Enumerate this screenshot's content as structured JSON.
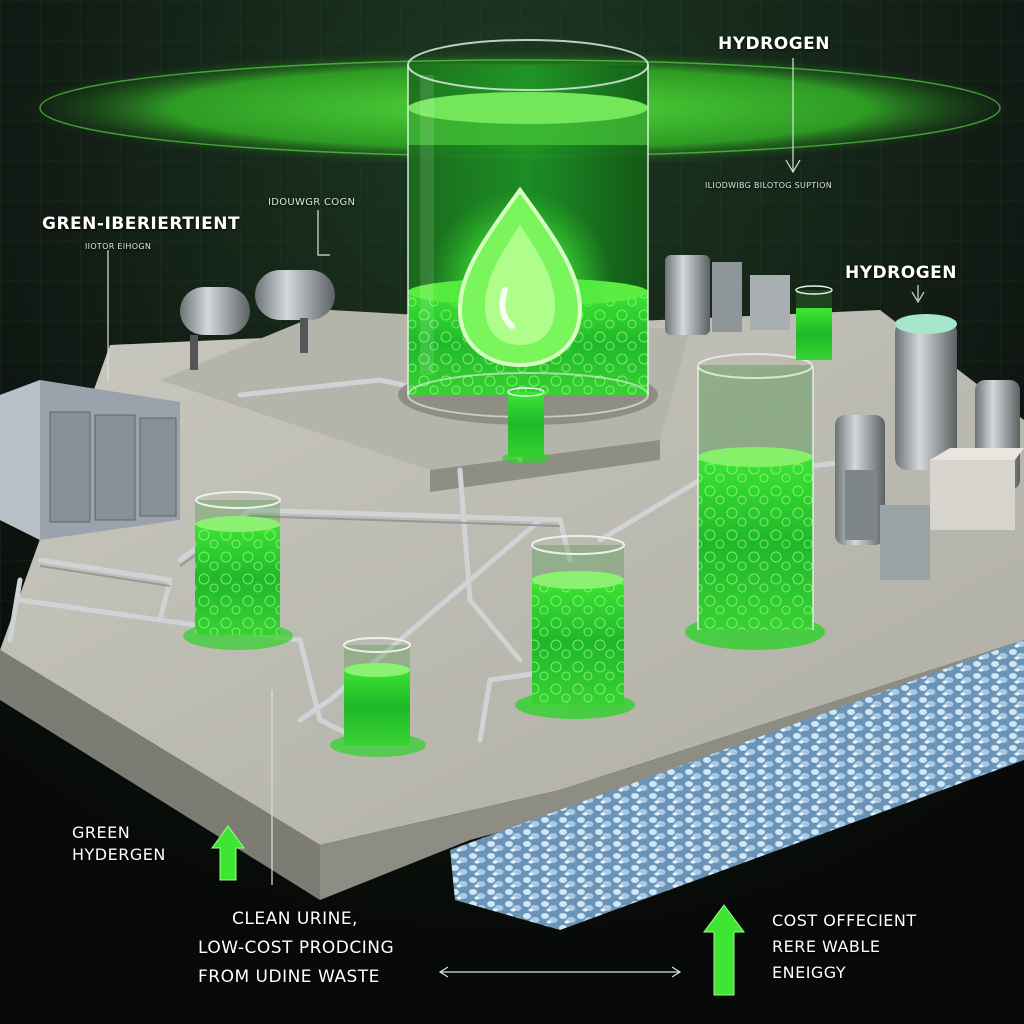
{
  "labels": {
    "hydrogen_top": "HYDROGEN",
    "hydrogen_sub": "ILIODWIBG BILOTOG SUPTION",
    "hydrogen_right": "HYDROGEN",
    "green_left": "GREN-IBERIERTIENT",
    "green_left_sub": "IIOTOR EIHOGN",
    "center_top": "IDOUWGR COGN",
    "green_hydrogen": [
      "GREEN",
      "HYDERGEN"
    ],
    "clean_lines": [
      "CLEAN URINE,",
      "LOW-COST PRODCING",
      "FROM UDINE WASTE"
    ],
    "cost_lines": [
      "COST OFFECIENT",
      "RERE WABLE",
      "ENEIGGY"
    ]
  },
  "colors": {
    "accent": "#39e62e",
    "background": "#0d1410",
    "platform": "#bdbcb2",
    "gravel": "#9fc6e6"
  },
  "icons": [
    "water-drop-icon",
    "arrow-up-icon",
    "arrow-up-icon"
  ]
}
